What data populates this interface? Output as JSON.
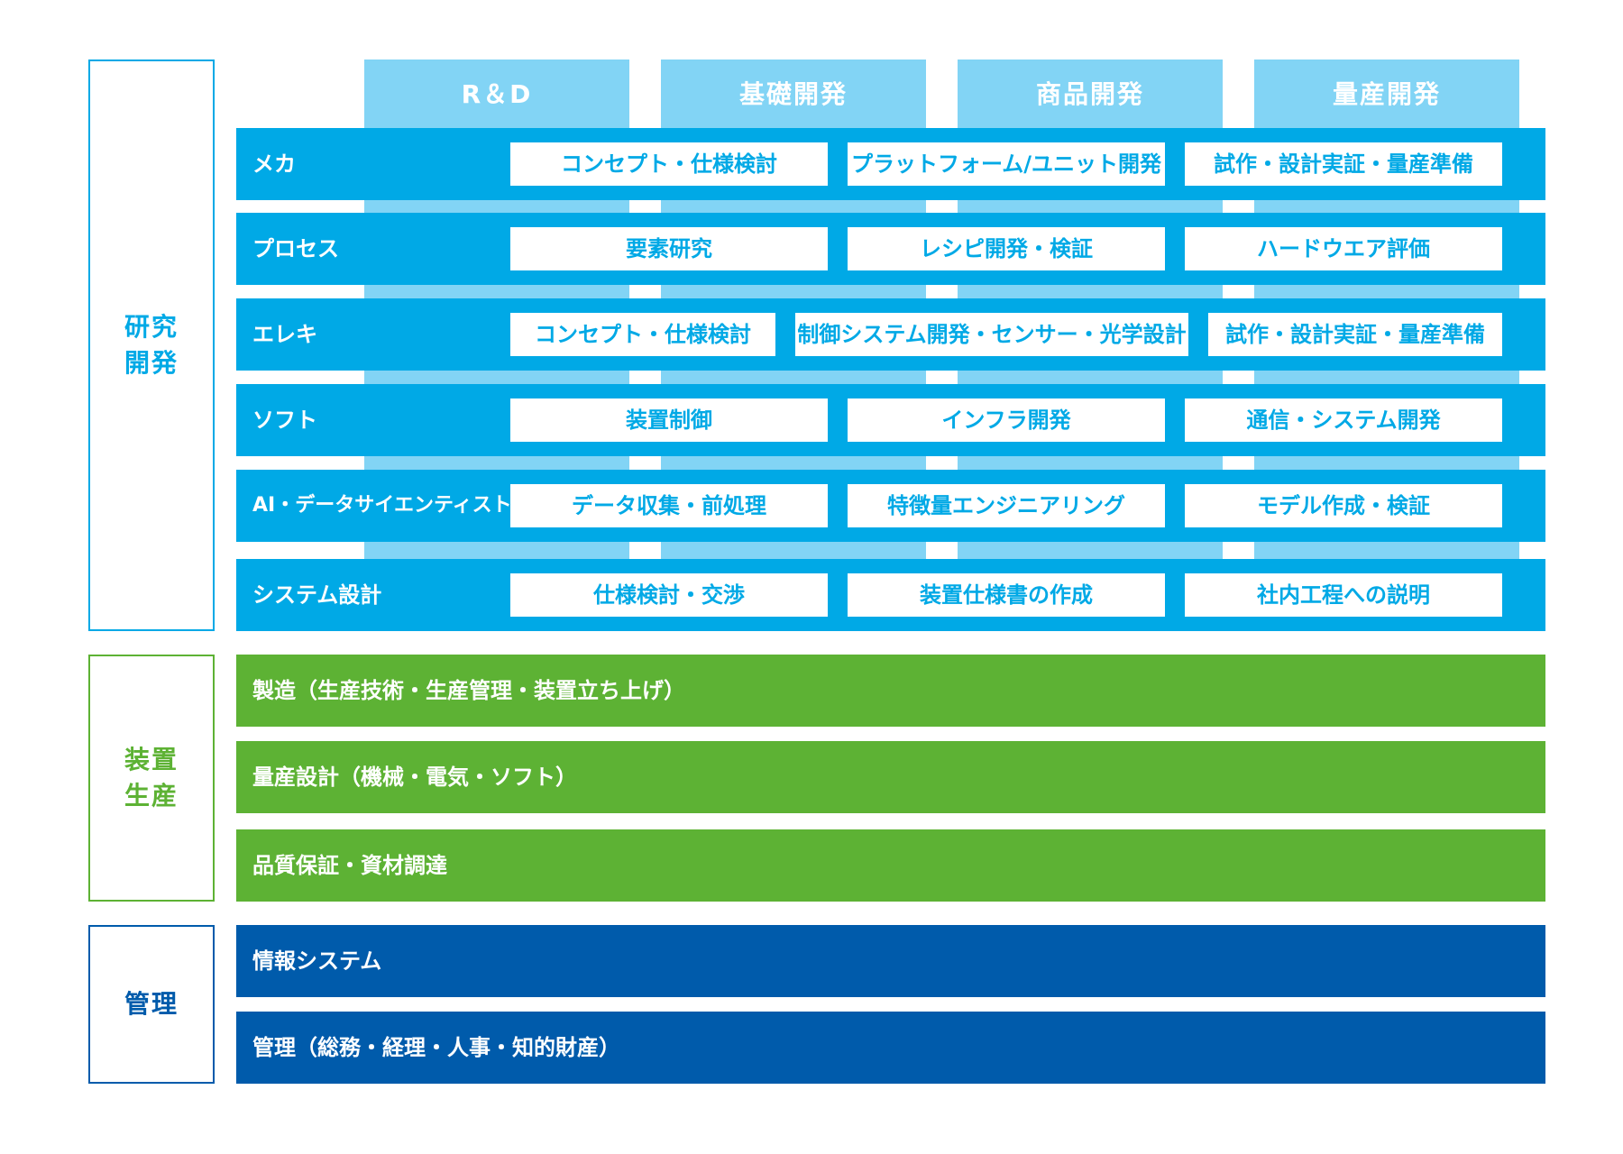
{
  "colors": {
    "rd": "#00a9e6",
    "phase": "#82d4f5",
    "production": "#5db234",
    "management": "#005bab"
  },
  "groups": {
    "rd": {
      "label": "研究開発"
    },
    "production": {
      "label": "装置生産"
    },
    "management": {
      "label": "管理"
    }
  },
  "phases": [
    "R＆D",
    "基礎開発",
    "商品開発",
    "量産開発"
  ],
  "rd_rows": [
    {
      "label": "メカ",
      "cells": [
        "コンセプト・仕様検討",
        "プラットフォーム/ユニット開発",
        "試作・設計実証・量産準備"
      ]
    },
    {
      "label": "プロセス",
      "cells": [
        "要素研究",
        "レシピ開発・検証",
        "ハードウエア評価"
      ]
    },
    {
      "label": "エレキ",
      "cells": [
        "コンセプト・仕様検討",
        "制御システム開発・センサー・光学設計",
        "試作・設計実証・量産準備"
      ]
    },
    {
      "label": "ソフト",
      "cells": [
        "装置制御",
        "インフラ開発",
        "通信・システム開発"
      ]
    },
    {
      "label": "AI・データサイエンティスト",
      "cells": [
        "データ収集・前処理",
        "特徴量エンジニアリング",
        "モデル作成・検証"
      ]
    },
    {
      "label": "システム設計",
      "cells": [
        "仕様検討・交渉",
        "装置仕様書の作成",
        "社内工程への説明"
      ]
    }
  ],
  "production_rows": [
    "製造（生産技術・生産管理・装置立ち上げ）",
    "量産設計（機械・電気・ソフト）",
    "品質保証・資材調達"
  ],
  "management_rows": [
    "情報システム",
    "管理（総務・経理・人事・知的財産）"
  ]
}
